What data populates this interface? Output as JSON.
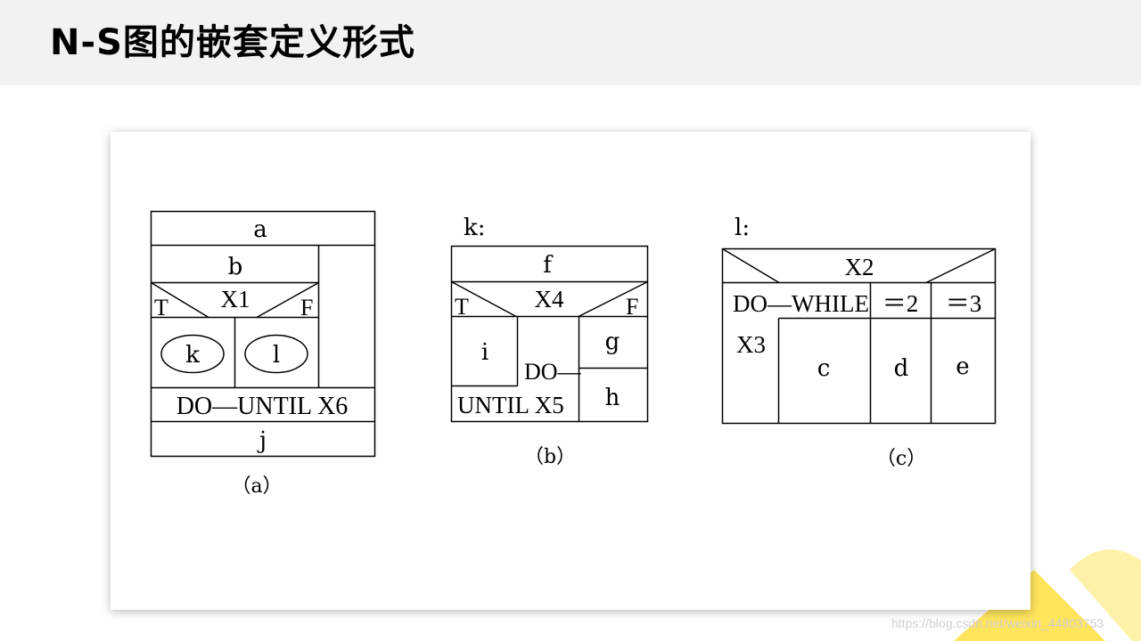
{
  "slide": {
    "title": "N-S图的嵌套定义形式"
  },
  "diagram_a": {
    "top": "a",
    "body": "b",
    "cond": "X1",
    "true_label": "T",
    "false_label": "F",
    "left_call": "k",
    "right_call": "l",
    "loop": "DO—UNTIL X6",
    "bottom": "j",
    "caption": "（a）"
  },
  "diagram_b": {
    "header": "k:",
    "top": "f",
    "cond": "X4",
    "true_label": "T",
    "false_label": "F",
    "left": "i",
    "loop_top": "DO—",
    "loop_bottom": "UNTIL X5",
    "right_top": "g",
    "right_bottom": "h",
    "caption": "（b）"
  },
  "diagram_c": {
    "header": "l:",
    "cond": "X2",
    "case_label": "DO—WHILE",
    "case_2": "＝2",
    "case_3": "＝3",
    "loop_cond": "X3",
    "body": "c",
    "d": "d",
    "e": "e",
    "caption": "（c）"
  },
  "watermark": "https://blog.csdn.net/weixin_44803753",
  "colors": {
    "header_bg": "#f2f2f2",
    "accent_yellow": "#ffe45c",
    "accent_pale": "#fff1a8"
  }
}
